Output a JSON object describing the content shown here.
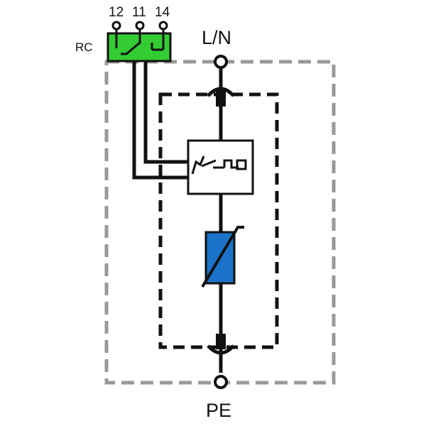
{
  "labels": {
    "rc": "RC",
    "terminal_12": "12",
    "terminal_11": "11",
    "terminal_14": "14",
    "line_neutral": "L/N",
    "protective_earth": "PE"
  },
  "colors": {
    "rc_module": "#33cc33",
    "varistor": "#1a73c8",
    "outer_dashed": "#999999",
    "line": "#1a1a1a"
  }
}
